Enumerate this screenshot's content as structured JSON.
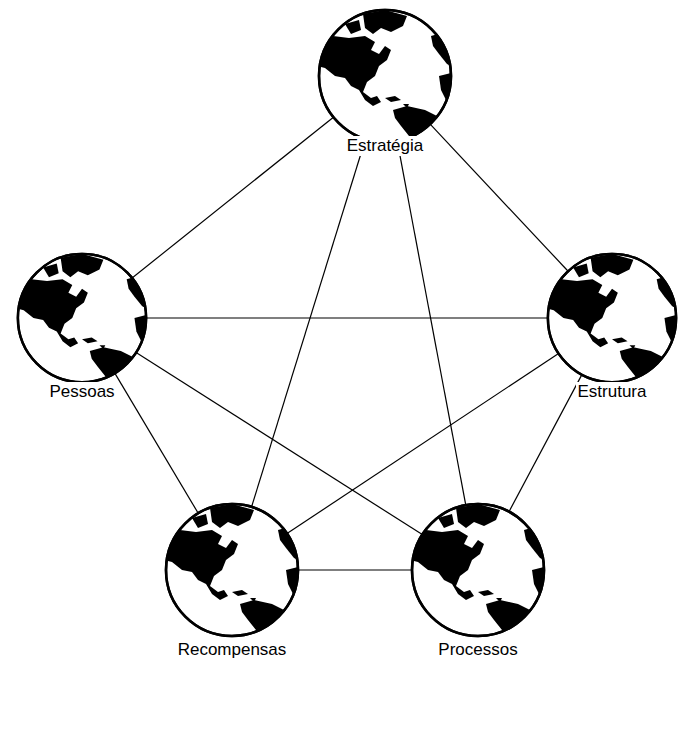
{
  "diagram": {
    "nodes": [
      {
        "text": [
          "Estratégia"
        ]
      },
      {
        "text": [
          "Pessoas"
        ]
      },
      {
        "text": [
          "Estrutura"
        ]
      },
      {
        "text": [
          "Recompensas"
        ]
      },
      {
        "text": [
          "Processos"
        ]
      }
    ],
    "edges": [
      {
        "from": 0,
        "to": 1,
        "arrow": "none"
      },
      {
        "from": 0,
        "to": 2,
        "arrow": "none"
      },
      {
        "from": 0,
        "to": 3,
        "arrow": "none"
      },
      {
        "from": 0,
        "to": 4,
        "arrow": "none"
      },
      {
        "from": 1,
        "to": 2,
        "arrow": "none"
      },
      {
        "from": 1,
        "to": 3,
        "arrow": "none"
      },
      {
        "from": 1,
        "to": 4,
        "arrow": "none"
      },
      {
        "from": 2,
        "to": 3,
        "arrow": "none"
      },
      {
        "from": 2,
        "to": 4,
        "arrow": "none"
      },
      {
        "from": 3,
        "to": 4,
        "arrow": "none"
      }
    ]
  }
}
